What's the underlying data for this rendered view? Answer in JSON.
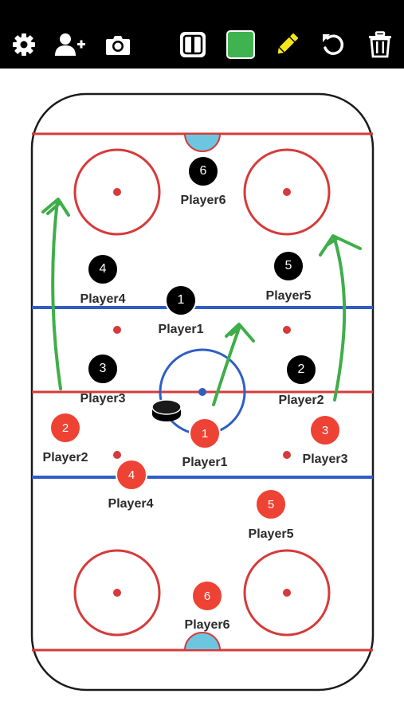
{
  "toolbar": {
    "tools": [
      {
        "icon": "gear-icon",
        "name": "settings"
      },
      {
        "icon": "add-user-icon",
        "name": "add-player"
      },
      {
        "icon": "camera-icon",
        "name": "screenshot"
      },
      {
        "icon": "half-rink-icon",
        "name": "rink-view"
      },
      {
        "icon": "color-swatch-icon",
        "name": "draw-color"
      },
      {
        "icon": "pencil-icon",
        "name": "draw"
      },
      {
        "icon": "undo-icon",
        "name": "undo"
      },
      {
        "icon": "trash-icon",
        "name": "clear"
      }
    ],
    "swatch_color": "#3fb34f",
    "pencil_color": "#f5e61b"
  },
  "colors": {
    "red_line": "#d63a3a",
    "blue_line": "#2f5ec4",
    "crease": "#6cc6e0",
    "arrow": "#3fae49",
    "team_black": "#000000",
    "team_red": "#ee4234"
  },
  "team_black": [
    {
      "number": "6",
      "label": "Player6"
    },
    {
      "number": "4",
      "label": "Player4"
    },
    {
      "number": "5",
      "label": "Player5"
    },
    {
      "number": "1",
      "label": "Player1"
    },
    {
      "number": "3",
      "label": "Player3"
    },
    {
      "number": "2",
      "label": "Player2"
    }
  ],
  "team_red": [
    {
      "number": "2",
      "label": "Player2"
    },
    {
      "number": "1",
      "label": "Player1"
    },
    {
      "number": "3",
      "label": "Player3"
    },
    {
      "number": "4",
      "label": "Player4"
    },
    {
      "number": "5",
      "label": "Player5"
    },
    {
      "number": "6",
      "label": "Player6"
    }
  ]
}
